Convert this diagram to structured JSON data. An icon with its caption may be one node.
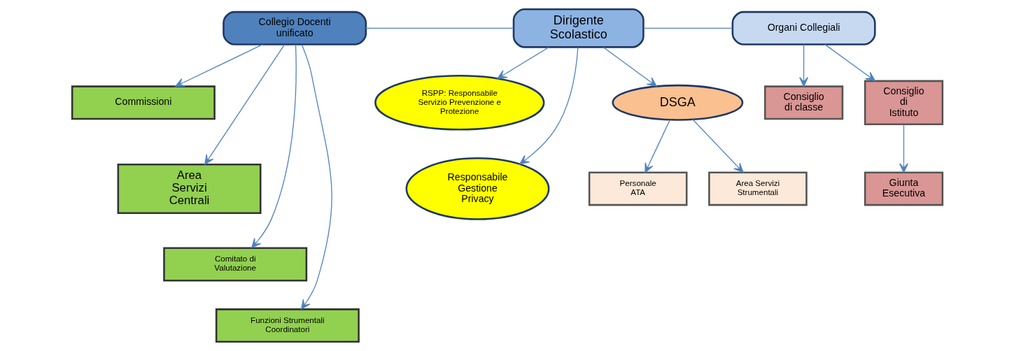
{
  "diagram": {
    "nodes": [
      {
        "text": [
          "Collegio Docenti unificato"
        ]
      },
      {
        "text": [
          "Dirigente Scolastico"
        ]
      },
      {
        "text": [
          "Organi Collegiali"
        ]
      },
      {
        "text": [
          "Commissioni"
        ]
      },
      {
        "text": [
          "Area Servizi Centrali"
        ]
      },
      {
        "text": [
          "Comitato di Valutazione"
        ]
      },
      {
        "text": [
          "Funzioni Strumentali Coordinatori"
        ]
      },
      {
        "text": [
          "RSPP: Responsabile Servizio Prevenzione e Protezione"
        ]
      },
      {
        "text": [
          "DSGA"
        ]
      },
      {
        "text": [
          "Responsabile Gestione Privacy"
        ]
      },
      {
        "text": [
          "Personale ATA"
        ]
      },
      {
        "text": [
          "Area Servizi Strumentali"
        ]
      },
      {
        "text": [
          "Consiglio di classe"
        ]
      },
      {
        "text": [
          "Consiglio di Istituto"
        ]
      },
      {
        "text": [
          "Giunta Esecutiva"
        ]
      }
    ],
    "edges": [
      {
        "from": 0,
        "to": 1,
        "arrow": "none"
      },
      {
        "from": 1,
        "to": 2,
        "arrow": "none"
      },
      {
        "from": 0,
        "to": 3,
        "arrow": "to"
      },
      {
        "from": 0,
        "to": 4,
        "arrow": "to"
      },
      {
        "from": 0,
        "to": 5,
        "arrow": "to"
      },
      {
        "from": 0,
        "to": 6,
        "arrow": "to"
      },
      {
        "from": 1,
        "to": 8,
        "arrow": "to"
      },
      {
        "from": 1,
        "to": 7,
        "arrow": "to"
      },
      {
        "from": 1,
        "to": 9,
        "arrow": "to"
      },
      {
        "from": 8,
        "to": 10,
        "arrow": "to"
      },
      {
        "from": 8,
        "to": 11,
        "arrow": "to"
      },
      {
        "from": 2,
        "to": 12,
        "arrow": "to"
      },
      {
        "from": 2,
        "to": 13,
        "arrow": "to"
      },
      {
        "from": 13,
        "to": 14,
        "arrow": "to"
      }
    ]
  }
}
